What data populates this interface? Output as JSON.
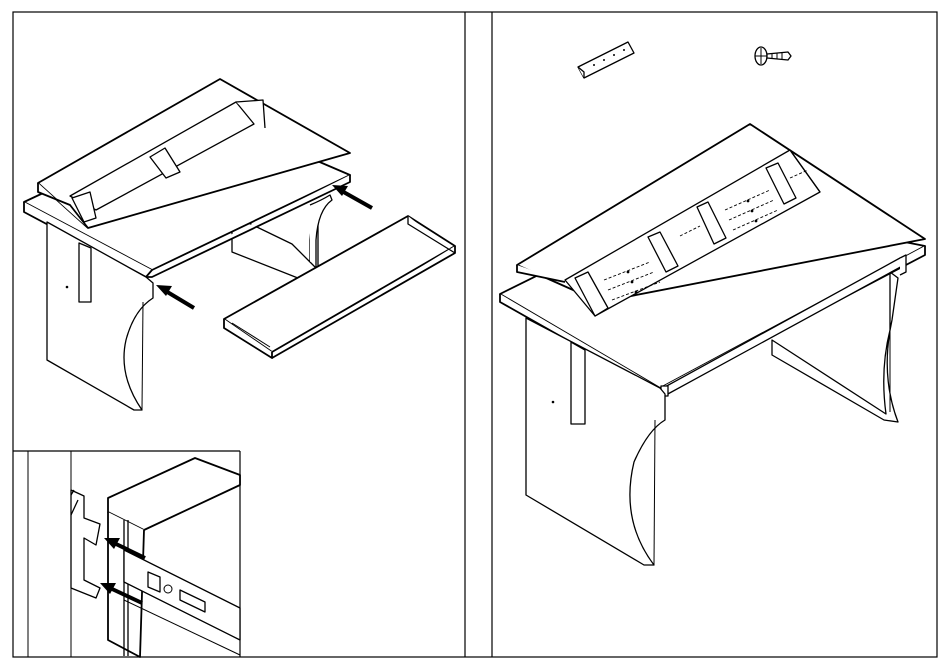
{
  "diagram": {
    "panels": [
      {
        "id": "left",
        "name": "drawer-installation-panel"
      },
      {
        "id": "inset",
        "name": "slide-detail-inset"
      },
      {
        "id": "right",
        "name": "shelf-bracket-panel"
      }
    ],
    "parts": [
      {
        "name": "angle-bracket"
      },
      {
        "name": "screw"
      }
    ],
    "colors": {
      "line": "#000000",
      "paper": "#ffffff"
    }
  }
}
